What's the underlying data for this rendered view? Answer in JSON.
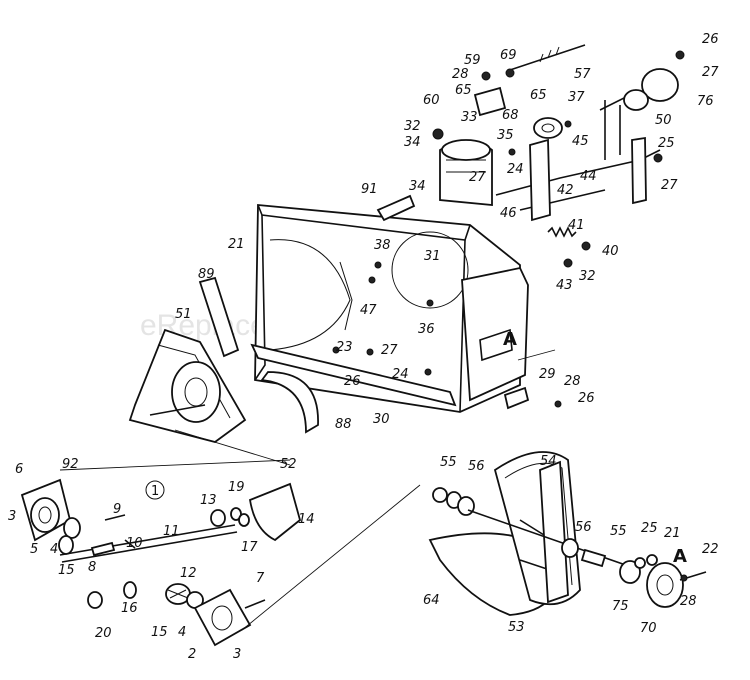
{
  "watermark": "eReplacementParts.com",
  "callouts": {
    "c_59": "59",
    "c_69": "69",
    "c_26a": "26",
    "c_28a": "28",
    "c_57": "57",
    "c_27a": "27",
    "c_65a": "65",
    "c_65b": "65",
    "c_60": "60",
    "c_76": "76",
    "c_68": "68",
    "c_37": "37",
    "c_33": "33",
    "c_32a": "32",
    "c_34a": "34",
    "c_35": "35",
    "c_45": "45",
    "c_50": "50",
    "c_25a": "25",
    "c_34b": "34",
    "c_27b": "27",
    "c_91": "91",
    "c_24a": "24",
    "c_42": "42",
    "c_44": "44",
    "c_27c": "27",
    "c_46": "46",
    "c_41": "41",
    "c_21": "21",
    "c_38": "38",
    "c_31": "31",
    "c_40": "40",
    "c_32b": "32",
    "c_43": "43",
    "c_89": "89",
    "c_47": "47",
    "c_36": "36",
    "c_51": "51",
    "c_A1": "A",
    "c_23": "23",
    "c_27d": "27",
    "c_26b": "26",
    "c_24b": "24",
    "c_29": "29",
    "c_28b": "28",
    "c_26c": "26",
    "c_30": "30",
    "c_88": "88",
    "c_52": "52",
    "c_6": "6",
    "c_92": "92",
    "c_circle1": "1",
    "c_19": "19",
    "c_13": "13",
    "c_9": "9",
    "c_3a": "3",
    "c_17": "17",
    "c_14": "14",
    "c_11": "11",
    "c_5": "5",
    "c_4a": "4",
    "c_15a": "15",
    "c_10": "10",
    "c_8": "8",
    "c_12": "12",
    "c_7": "7",
    "c_16": "16",
    "c_20": "20",
    "c_15b": "15",
    "c_4b": "4",
    "c_2": "2",
    "c_3b": "3",
    "c_55a": "55",
    "c_56a": "56",
    "c_54": "54",
    "c_56b": "56",
    "c_55b": "55",
    "c_25b": "25",
    "c_21b": "21",
    "c_A2": "A",
    "c_22": "22",
    "c_64": "64",
    "c_53": "53",
    "c_75": "75",
    "c_28c": "28",
    "c_70": "70"
  }
}
